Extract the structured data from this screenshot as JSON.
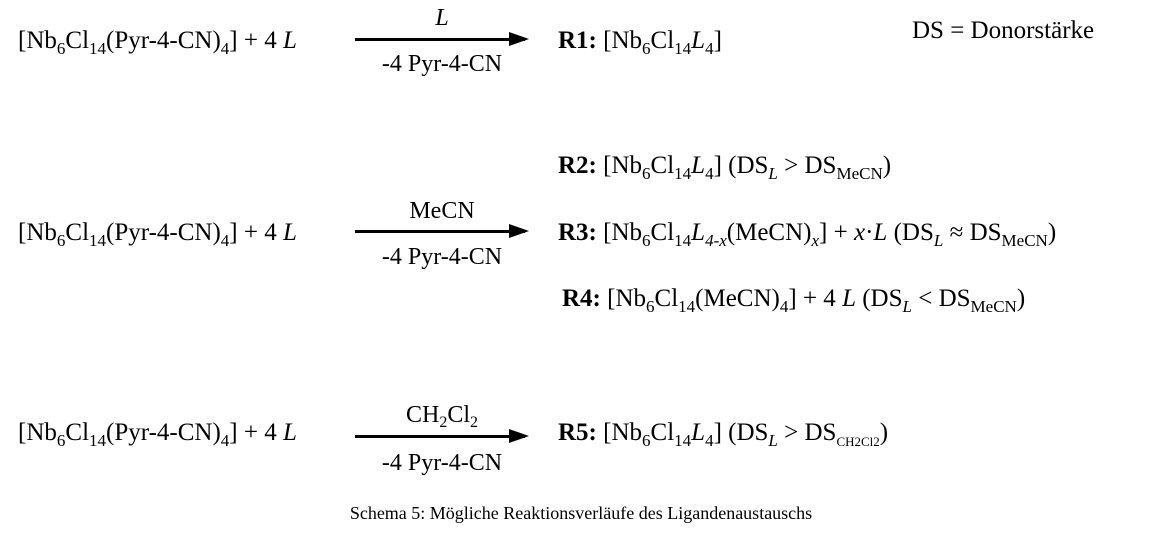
{
  "reactant": [
    {
      "t": "[Nb"
    },
    {
      "t": "6",
      "s": "sub"
    },
    {
      "t": "Cl"
    },
    {
      "t": "14",
      "s": "sub"
    },
    {
      "t": "(Pyr-4-CN)"
    },
    {
      "t": "4",
      "s": "sub"
    },
    {
      "t": "] + 4 "
    },
    {
      "t": "L",
      "s": "i"
    }
  ],
  "arrow_below": "-4 Pyr-4-CN",
  "row1": {
    "above": [
      {
        "t": "L",
        "s": "i"
      }
    ],
    "product": [
      {
        "t": "R1:",
        "s": "b"
      },
      {
        "t": " [Nb"
      },
      {
        "t": "6",
        "s": "sub"
      },
      {
        "t": "Cl"
      },
      {
        "t": "14",
        "s": "sub"
      },
      {
        "t": "L",
        "s": "i"
      },
      {
        "t": "4",
        "s": "sub"
      },
      {
        "t": "]"
      }
    ]
  },
  "legend": "DS = Donorstärke",
  "row2": {
    "above": [
      {
        "t": "MeCN"
      }
    ],
    "r2": [
      {
        "t": "R2:",
        "s": "b"
      },
      {
        "t": " [Nb"
      },
      {
        "t": "6",
        "s": "sub"
      },
      {
        "t": "Cl"
      },
      {
        "t": "14",
        "s": "sub"
      },
      {
        "t": "L",
        "s": "i"
      },
      {
        "t": "4",
        "s": "sub"
      },
      {
        "t": "] (DS"
      },
      {
        "t": "L",
        "s": "subi"
      },
      {
        "t": " > DS"
      },
      {
        "t": "MeCN",
        "s": "sub"
      },
      {
        "t": ")"
      }
    ],
    "r3": [
      {
        "t": "R3:",
        "s": "b"
      },
      {
        "t": " [Nb"
      },
      {
        "t": "6",
        "s": "sub"
      },
      {
        "t": "Cl"
      },
      {
        "t": "14",
        "s": "sub"
      },
      {
        "t": "L",
        "s": "i"
      },
      {
        "t": "4-x",
        "s": "subi"
      },
      {
        "t": "(MeCN)"
      },
      {
        "t": "x",
        "s": "subi"
      },
      {
        "t": "] + "
      },
      {
        "t": "x",
        "s": "i"
      },
      {
        "t": "·"
      },
      {
        "t": "L",
        "s": "i"
      },
      {
        "t": " (DS"
      },
      {
        "t": "L",
        "s": "subi"
      },
      {
        "t": " ≈ DS"
      },
      {
        "t": "MeCN",
        "s": "sub"
      },
      {
        "t": ")"
      }
    ],
    "r4": [
      {
        "t": "R4:",
        "s": "b"
      },
      {
        "t": " [Nb"
      },
      {
        "t": "6",
        "s": "sub"
      },
      {
        "t": "Cl"
      },
      {
        "t": "14",
        "s": "sub"
      },
      {
        "t": "(MeCN)"
      },
      {
        "t": "4",
        "s": "sub"
      },
      {
        "t": "] + 4 "
      },
      {
        "t": "L",
        "s": "i"
      },
      {
        "t": " (DS"
      },
      {
        "t": "L",
        "s": "subi"
      },
      {
        "t": " < DS"
      },
      {
        "t": "MeCN",
        "s": "sub"
      },
      {
        "t": ")"
      }
    ]
  },
  "row3": {
    "above": [
      {
        "t": "CH"
      },
      {
        "t": "2",
        "s": "sub"
      },
      {
        "t": "Cl"
      },
      {
        "t": "2",
        "s": "sub"
      }
    ],
    "product": [
      {
        "t": "R5:",
        "s": "b"
      },
      {
        "t": " [Nb"
      },
      {
        "t": "6",
        "s": "sub"
      },
      {
        "t": "Cl"
      },
      {
        "t": "14",
        "s": "sub"
      },
      {
        "t": "L",
        "s": "i"
      },
      {
        "t": "4",
        "s": "sub"
      },
      {
        "t": "] (DS"
      },
      {
        "t": "L",
        "s": "subi"
      },
      {
        "t": " > DS"
      },
      {
        "t": "CH2Cl2",
        "s": "subs"
      },
      {
        "t": ")"
      }
    ]
  },
  "caption": "Schema 5: Mögliche Reaktionsverläufe des Ligandenaustauschs"
}
